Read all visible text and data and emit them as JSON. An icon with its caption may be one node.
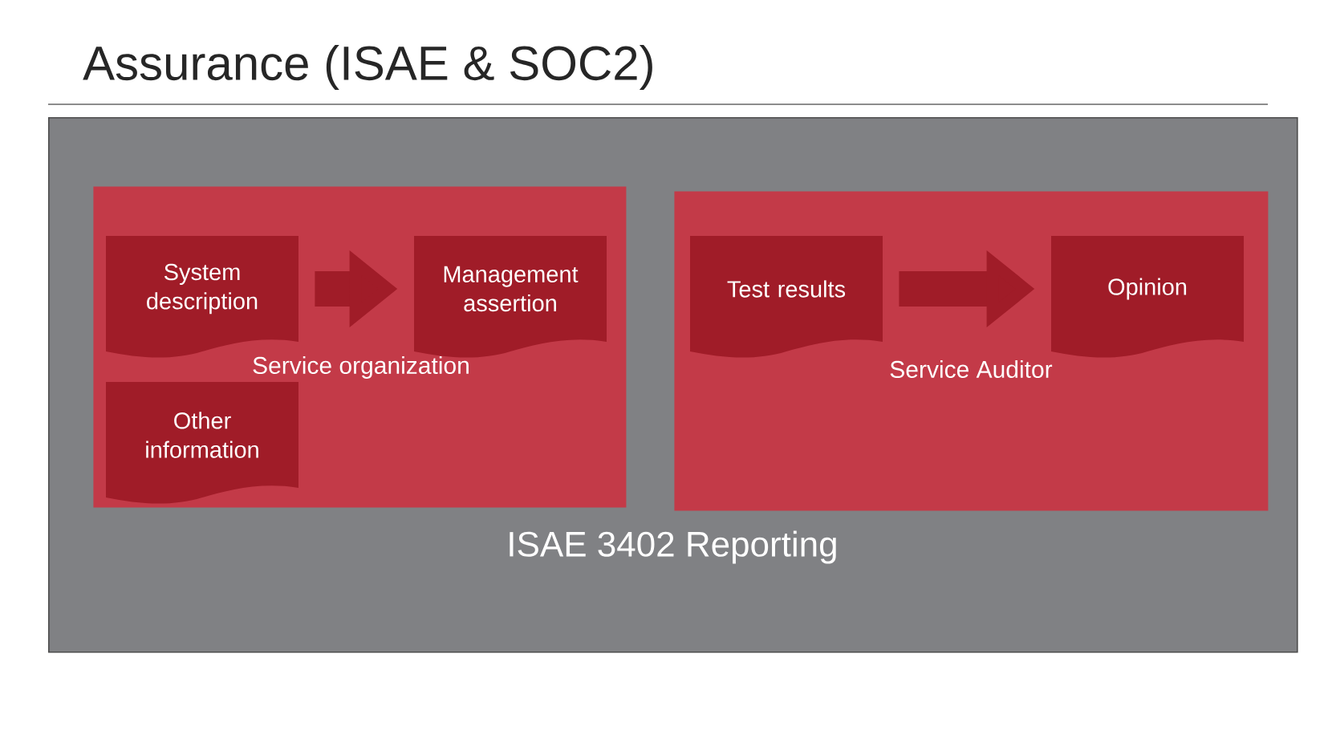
{
  "diagram": {
    "title": "Assurance (ISAE & SOC2)",
    "nodes": [
      {
        "text": [
          "ISAE 3402 Reporting"
        ]
      },
      {
        "text": [
          "Service organization"
        ],
        "in": 0
      },
      {
        "text": [
          "System description"
        ],
        "in": 1
      },
      {
        "text": [
          "Management assertion"
        ],
        "in": 1
      },
      {
        "text": [
          "Other information"
        ],
        "in": 1
      },
      {
        "text": [
          "Service Auditor"
        ],
        "in": 0
      },
      {
        "text": [
          "Test results"
        ],
        "in": 5
      },
      {
        "text": [
          "Opinion"
        ],
        "in": 5
      }
    ],
    "edges": [
      {
        "from": 2,
        "to": 3,
        "arrow": "to"
      },
      {
        "from": 6,
        "to": 7,
        "arrow": "to"
      }
    ]
  }
}
